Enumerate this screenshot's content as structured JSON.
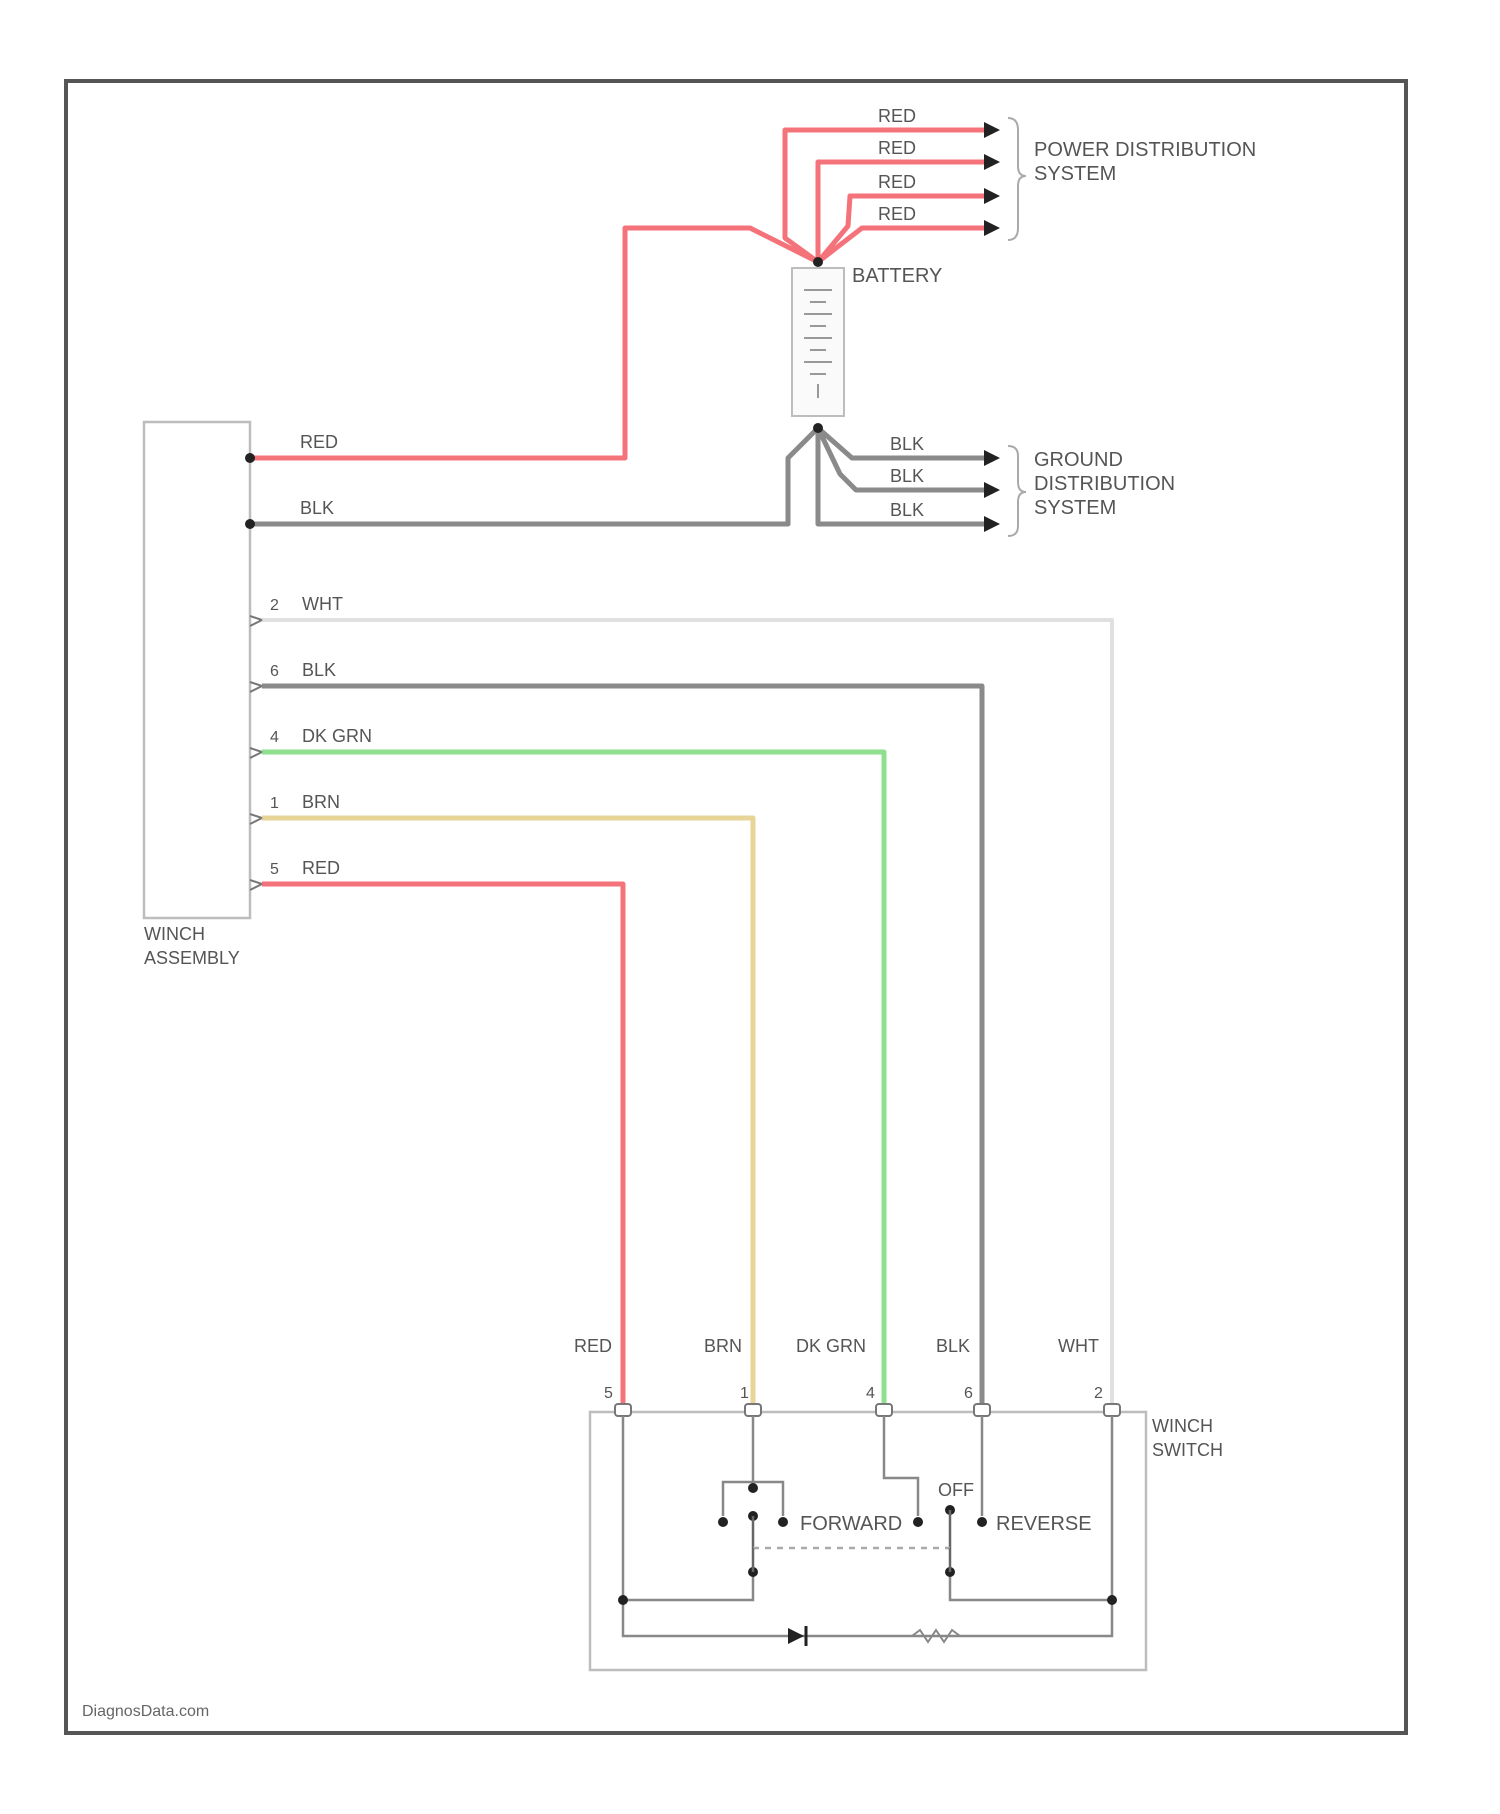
{
  "colors": {
    "red": "#f4727a",
    "black": "#7a7a7a",
    "white": "#dddddd",
    "dk_grn": "#8ee08e",
    "brn": "#e6d596",
    "frame": "#555555",
    "component": "#bdbdbd"
  },
  "watermark": "DiagnosData.com",
  "battery": {
    "label": "BATTERY"
  },
  "power_distribution": {
    "label_line1": "POWER DISTRIBUTION",
    "label_line2": "SYSTEM",
    "wires": [
      "RED",
      "RED",
      "RED",
      "RED"
    ]
  },
  "ground_distribution": {
    "label_line1": "GROUND",
    "label_line2": "DISTRIBUTION",
    "label_line3": "SYSTEM",
    "wires": [
      "BLK",
      "BLK",
      "BLK"
    ]
  },
  "winch_assembly": {
    "label_line1": "WINCH",
    "label_line2": "ASSEMBLY",
    "power_wire": "RED",
    "ground_wire": "BLK",
    "pins": [
      {
        "pin": "2",
        "wire": "WHT"
      },
      {
        "pin": "6",
        "wire": "BLK"
      },
      {
        "pin": "4",
        "wire": "DK GRN"
      },
      {
        "pin": "1",
        "wire": "BRN"
      },
      {
        "pin": "5",
        "wire": "RED"
      }
    ]
  },
  "winch_switch": {
    "label_line1": "WINCH",
    "label_line2": "SWITCH",
    "pins": [
      {
        "pin": "5",
        "wire": "RED"
      },
      {
        "pin": "1",
        "wire": "BRN"
      },
      {
        "pin": "4",
        "wire": "DK GRN"
      },
      {
        "pin": "6",
        "wire": "BLK"
      },
      {
        "pin": "2",
        "wire": "WHT"
      }
    ],
    "positions": {
      "forward": "FORWARD",
      "off": "OFF",
      "reverse": "REVERSE"
    }
  }
}
